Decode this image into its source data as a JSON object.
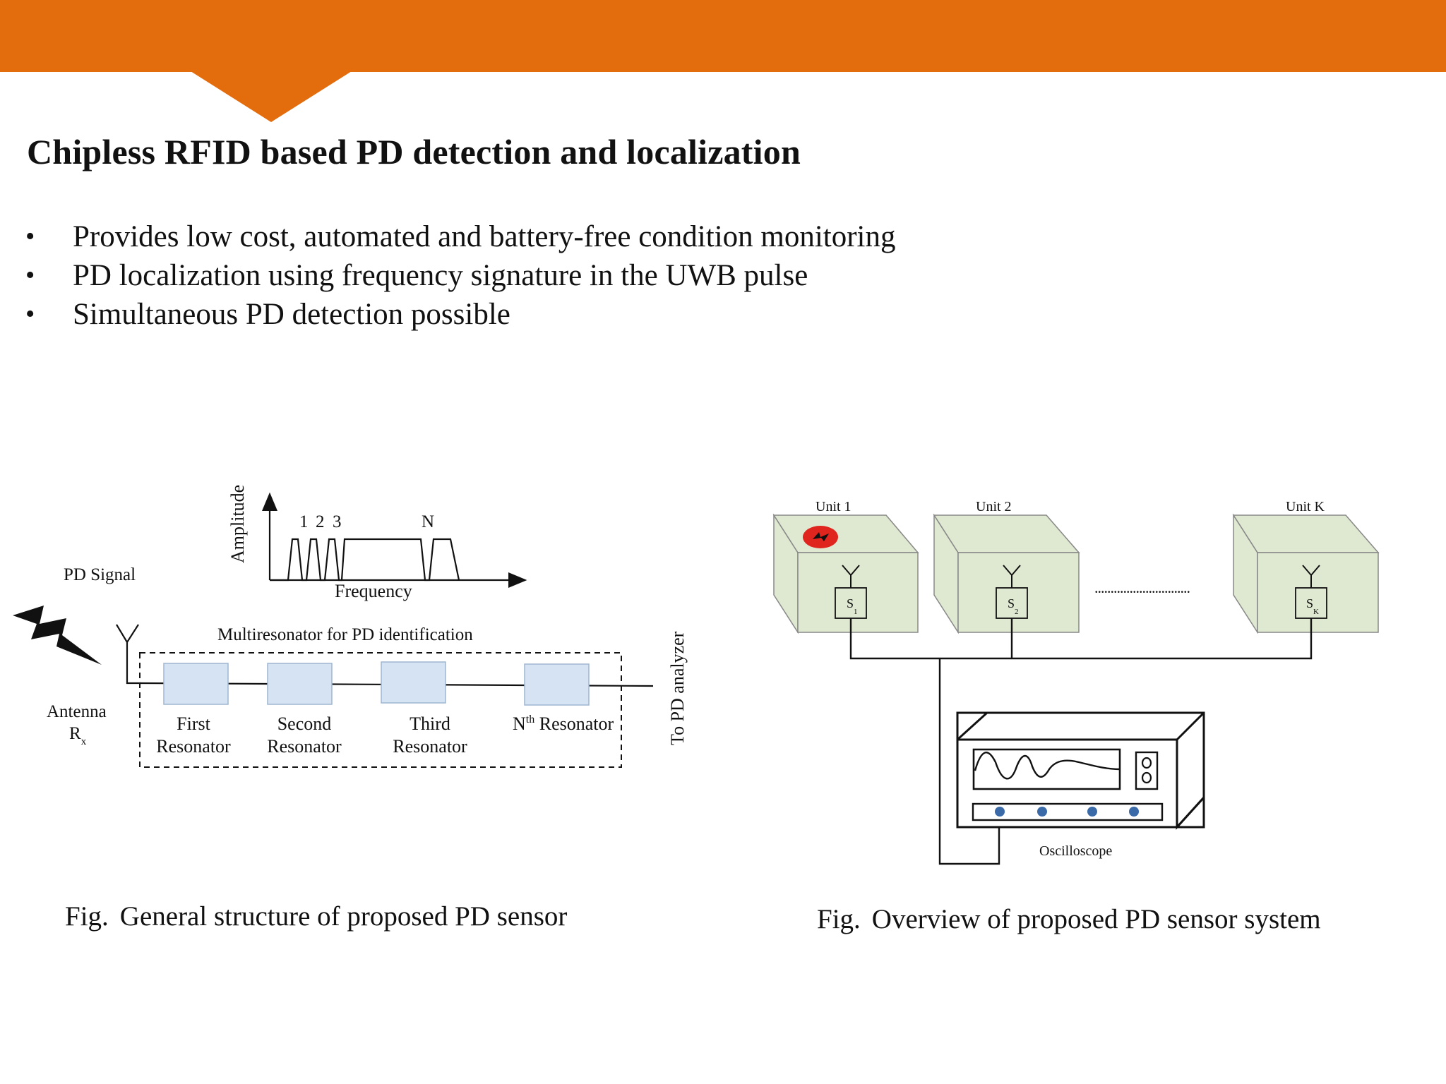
{
  "slide": {
    "title": "Chipless RFID based PD detection and localization",
    "bullets": [
      "Provides low cost, automated and battery-free condition monitoring",
      "PD localization using frequency signature in the UWB pulse",
      "Simultaneous PD detection possible"
    ],
    "colors": {
      "accent": "#E36C0D",
      "resonator_fill": "#D6E3F2",
      "unit_fill": "#DFE8D0",
      "pd_red": "#E0251F",
      "oscilloscope_knob": "#3B6AA8"
    }
  },
  "left_figure": {
    "pd_signal": "PD Signal",
    "spectrum": {
      "y_axis": "Amplitude",
      "x_axis": "Frequency",
      "peak_labels": [
        "1",
        "2",
        "3",
        "N"
      ]
    },
    "antenna_label": "Antenna",
    "antenna_sub": "R",
    "antenna_sub_index": "x",
    "multiresonator_label": "Multiresonator for PD identification",
    "resonators": [
      {
        "line1": "First",
        "line2": "Resonator"
      },
      {
        "line1": "Second",
        "line2": "Resonator"
      },
      {
        "line1": "Third",
        "line2": "Resonator"
      }
    ],
    "nth_resonator": {
      "base": "N",
      "sup": "th",
      "rest": " Resonator"
    },
    "to_analyzer": "To PD analyzer",
    "caption_prefix": "Fig.",
    "caption": "General structure of proposed PD sensor"
  },
  "right_figure": {
    "units": [
      {
        "label": "Unit 1",
        "sensor": "S",
        "index": "1",
        "has_pd": true
      },
      {
        "label": "Unit 2",
        "sensor": "S",
        "index": "2",
        "has_pd": false
      },
      {
        "label": "Unit K",
        "sensor": "S",
        "index": "K",
        "has_pd": false
      }
    ],
    "ellipsis": "..............................",
    "oscilloscope_label": "Oscilloscope",
    "caption_prefix": "Fig.",
    "caption": "Overview of proposed PD sensor system"
  }
}
